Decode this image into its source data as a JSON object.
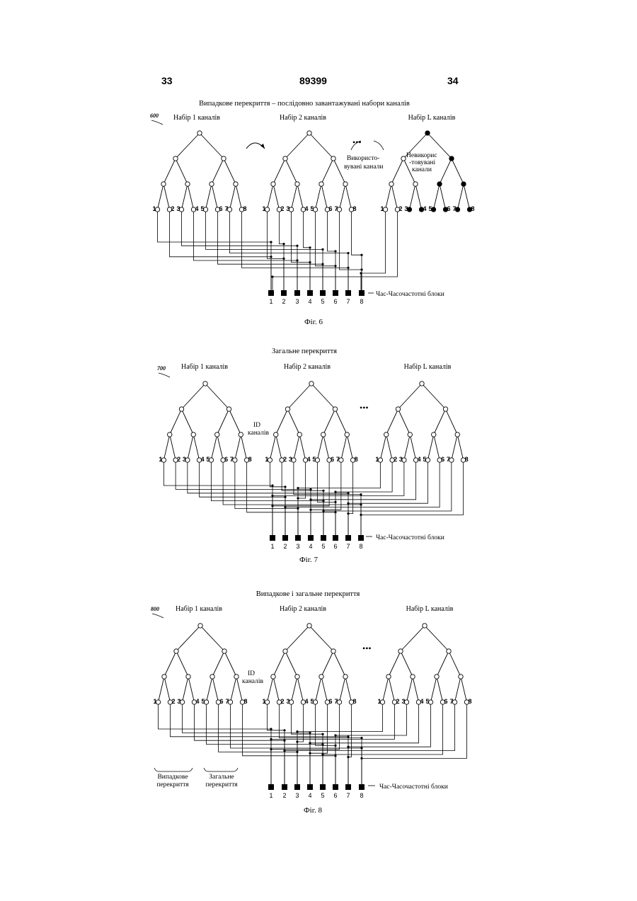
{
  "header": {
    "page_left": "33",
    "patent_number": "89399",
    "page_right": "34"
  },
  "leaf_numbers": [
    "1",
    "2",
    "3",
    "4",
    "5",
    "6",
    "7",
    "8"
  ],
  "block_numbers": [
    "1",
    "2",
    "3",
    "4",
    "5",
    "6",
    "7",
    "8"
  ],
  "fig6": {
    "title": "Випадкове перекриття – послідовно завантажувані набори каналів",
    "ref": "600",
    "set1": "Набір 1 каналів",
    "set2": "Набір 2 каналів",
    "setL": "Набір L каналів",
    "used_1": "Використо-",
    "used_2": "вувані канали",
    "unused_1": "Невикорис",
    "unused_2": "-товувані",
    "unused_3": "канали",
    "dots": "•••",
    "blocks": "Час-Часочастотні блоки",
    "caption": "Фіг. 6"
  },
  "fig7": {
    "title": "Загальне перекриття",
    "ref": "700",
    "set1": "Набір 1 каналів",
    "set2": "Набір 2 каналів",
    "setL": "Набір L каналів",
    "id_1": "ID",
    "id_2": "каналів",
    "dots": "•••",
    "blocks": "Час-Часочастотні блоки",
    "caption": "Фіг. 7"
  },
  "fig8": {
    "title": "Випадкове і загальне перекриття",
    "ref": "800",
    "set1": "Набір 1 каналів",
    "set2": "Набір 2 каналів",
    "setL": "Набір L каналів",
    "id_1": "ID",
    "id_2": "каналів",
    "dots": "•••",
    "random_1": "Випадкове",
    "random_2": "перекриття",
    "common_1": "Загальне",
    "common_2": "перекриття",
    "blocks": "Час-Часочастотні блоки",
    "caption": "Фіг. 8"
  }
}
